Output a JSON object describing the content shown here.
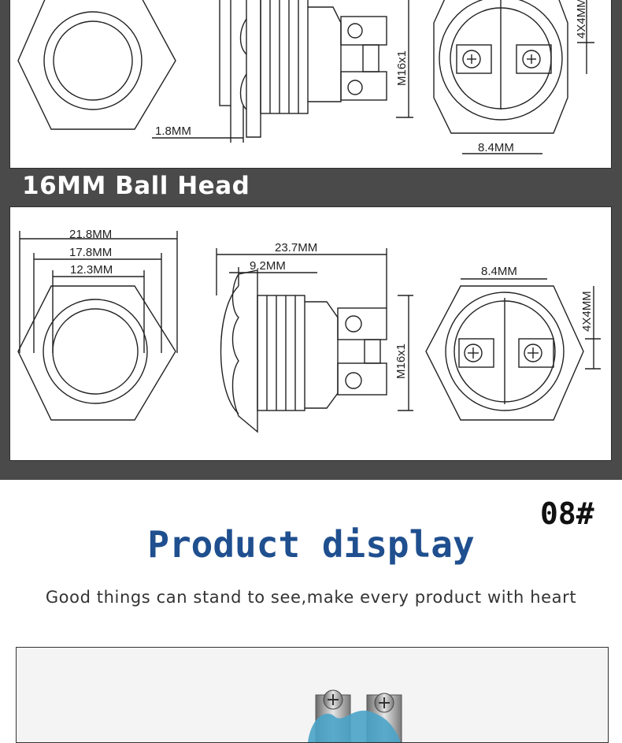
{
  "top_drawing": {
    "dim_flange": "1.8MM",
    "dim_terminal": "8.4MM",
    "dim_thread": "M16x1",
    "dim_tab": "4X4MM"
  },
  "ball_head_section": {
    "title": "16MM Ball Head",
    "front_view": {
      "dim_outer": "21.8MM",
      "dim_middle": "17.8MM",
      "dim_inner": "12.3MM"
    },
    "side_view": {
      "dim_length": "23.7MM",
      "dim_head": "9.2MM",
      "dim_thread": "M16x1"
    },
    "rear_view": {
      "dim_terminal": "8.4MM",
      "dim_tab": "4X4MM"
    }
  },
  "product_display": {
    "model_code": "08#",
    "title": "Product display",
    "title_color": "#1f4f8f",
    "subtitle": "Good things can stand to see,make every product with heart"
  },
  "photo": {
    "description_icon": "push-button-switch-photo",
    "accent_color": "#4aa3c8"
  }
}
